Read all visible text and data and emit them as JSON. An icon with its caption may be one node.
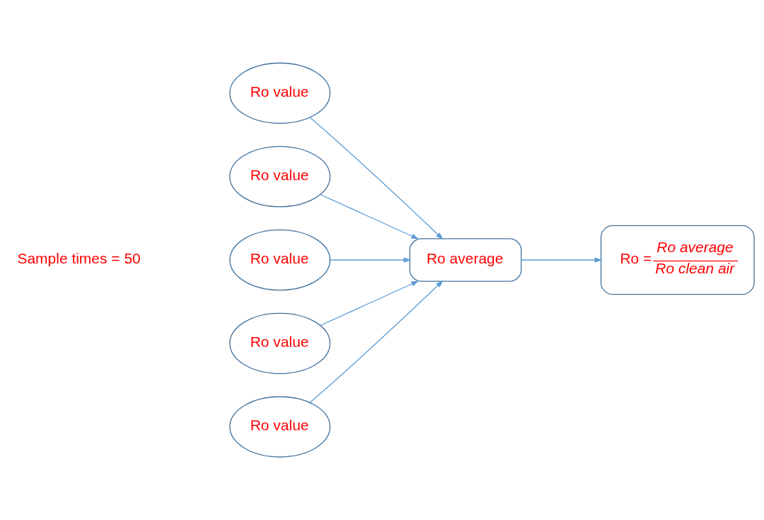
{
  "diagram": {
    "nodes": [
      {
        "text": [
          "Ro value"
        ]
      },
      {
        "text": [
          "Ro value"
        ]
      },
      {
        "text": [
          "Ro value"
        ]
      },
      {
        "text": [
          "Ro value"
        ]
      },
      {
        "text": [
          "Ro value"
        ]
      },
      {
        "text": [
          "Ro average"
        ]
      },
      {
        "text": [
          "Ro =",
          "Ro average",
          "Ro clean air"
        ]
      }
    ],
    "edges": [
      {
        "from": 0,
        "to": 5,
        "arrow": "to"
      },
      {
        "from": 1,
        "to": 5,
        "arrow": "to"
      },
      {
        "from": 2,
        "to": 5,
        "arrow": "to"
      },
      {
        "from": 3,
        "to": 5,
        "arrow": "to"
      },
      {
        "from": 4,
        "to": 5,
        "arrow": "to"
      },
      {
        "from": 5,
        "to": 6,
        "arrow": "to"
      }
    ],
    "labels": [
      "Sample times = 50"
    ]
  }
}
